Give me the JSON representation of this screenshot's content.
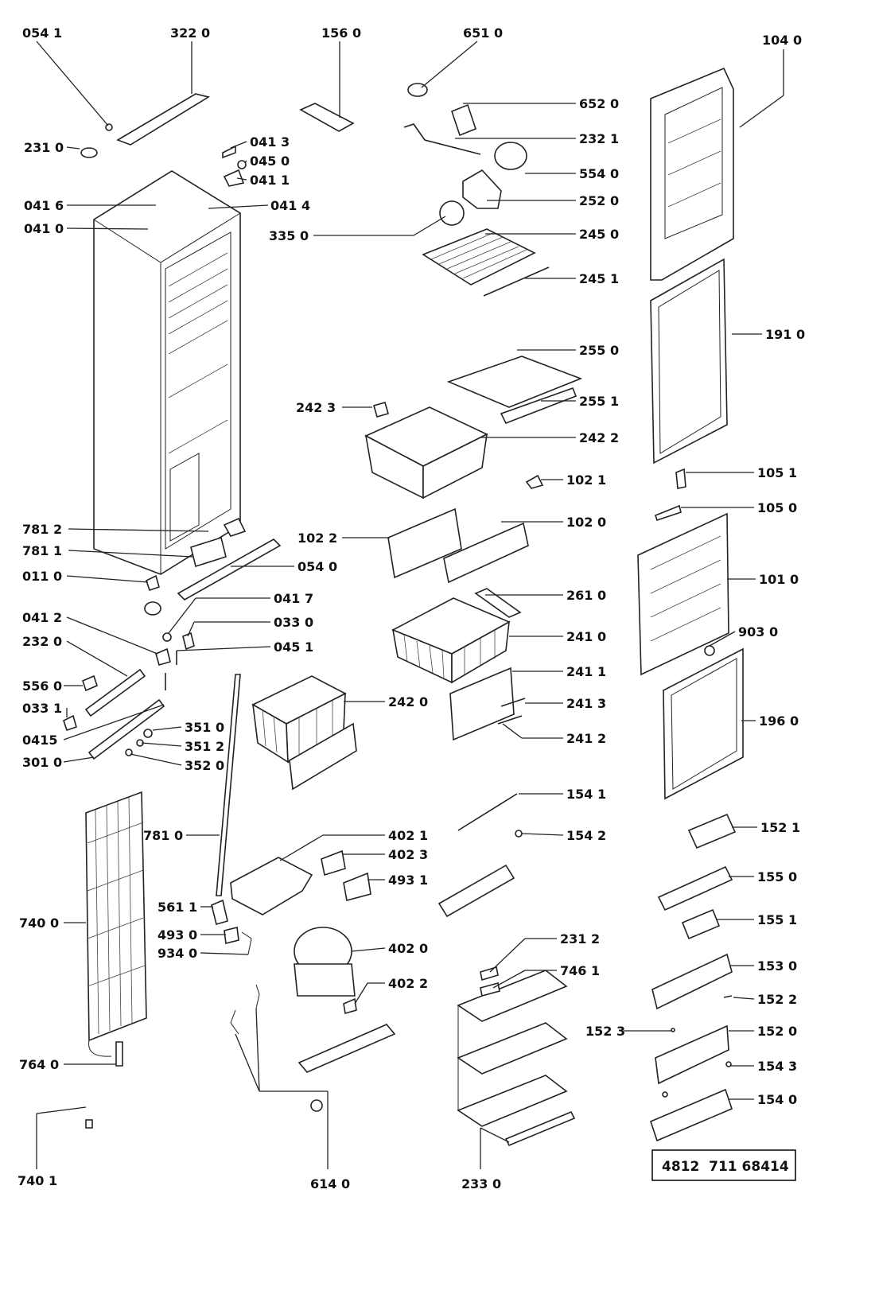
{
  "labels": {
    "l_054_1": "054 1",
    "l_322_0": "322 0",
    "l_156_0": "156 0",
    "l_651_0": "651 0",
    "l_104_0": "104 0",
    "l_652_0": "652 0",
    "l_231_0": "231 0",
    "l_041_3": "041 3",
    "l_045_0": "045 0",
    "l_232_1": "232 1",
    "l_041_1": "041 1",
    "l_554_0": "554 0",
    "l_041_6": "041 6",
    "l_041_4": "041 4",
    "l_252_0": "252 0",
    "l_041_0": "041 0",
    "l_335_0": "335 0",
    "l_245_0": "245 0",
    "l_245_1": "245 1",
    "l_191_0": "191 0",
    "l_255_0": "255 0",
    "l_255_1": "255 1",
    "l_242_3": "242 3",
    "l_242_2": "242 2",
    "l_102_1": "102 1",
    "l_105_1": "105 1",
    "l_105_0": "105 0",
    "l_781_2": "781 2",
    "l_102_2": "102 2",
    "l_102_0": "102 0",
    "l_781_1": "781 1",
    "l_054_0": "054 0",
    "l_101_0": "101 0",
    "l_011_0": "011 0",
    "l_261_0": "261 0",
    "l_041_7": "041 7",
    "l_903_0": "903 0",
    "l_041_2": "041 2",
    "l_033_0": "033 0",
    "l_241_0": "241 0",
    "l_232_0": "232 0",
    "l_045_1": "045 1",
    "l_556_0": "556 0",
    "l_241_1": "241 1",
    "l_242_0": "242 0",
    "l_241_3": "241 3",
    "l_033_1": "033 1",
    "l_351_0": "351 0",
    "l_196_0": "196 0",
    "l_041_5": "0415",
    "l_351_2": "351 2",
    "l_241_2": "241 2",
    "l_301_0": "301 0",
    "l_352_0": "352 0",
    "l_154_1": "154 1",
    "l_781_0": "781 0",
    "l_402_1": "402 1",
    "l_154_2": "154 2",
    "l_152_1": "152 1",
    "l_402_3": "402 3",
    "l_740_0": "740 0",
    "l_493_1": "493 1",
    "l_155_0": "155 0",
    "l_561_1": "561 1",
    "l_155_1": "155 1",
    "l_493_0": "493 0",
    "l_231_2": "231 2",
    "l_934_0": "934 0",
    "l_402_0": "402 0",
    "l_746_1": "746 1",
    "l_153_0": "153 0",
    "l_402_2": "402 2",
    "l_152_2": "152 2",
    "l_152_3": "152 3",
    "l_152_0": "152 0",
    "l_764_0": "764 0",
    "l_154_3": "154 3",
    "l_154_0": "154 0",
    "l_740_1": "740 1",
    "l_614_0": "614 0",
    "l_233_0": "233 0"
  },
  "reference_number": "4812  711 68414"
}
